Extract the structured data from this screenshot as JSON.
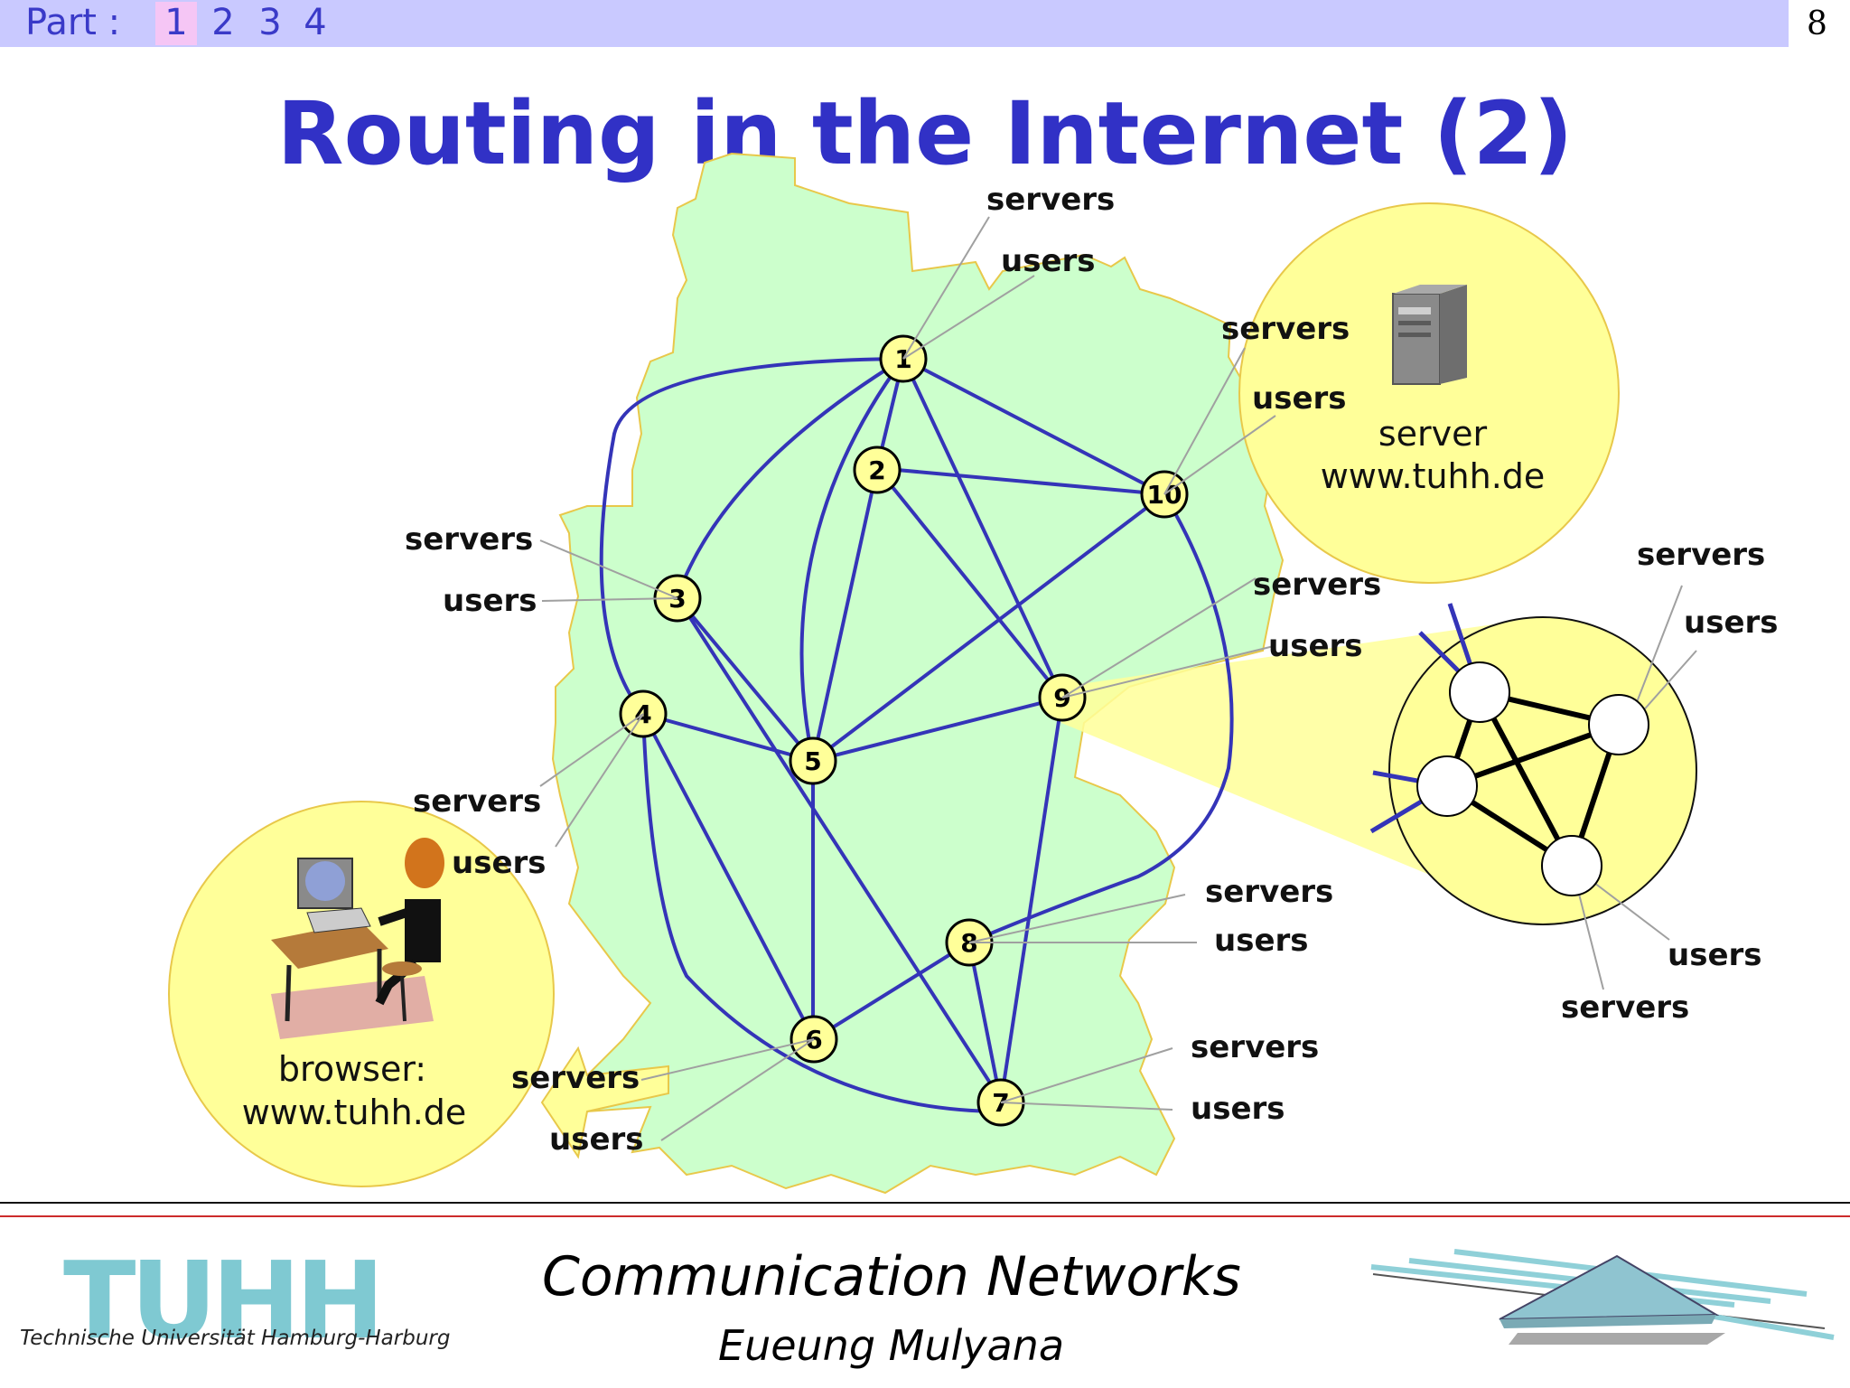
{
  "header": {
    "part_label": "Part :",
    "parts": [
      "1",
      "2",
      "3",
      "4"
    ],
    "active_part": "1",
    "page_number": "8"
  },
  "title": "Routing in the Internet (2)",
  "diagram": {
    "nodes": [
      "1",
      "2",
      "3",
      "4",
      "5",
      "6",
      "7",
      "8",
      "9",
      "10"
    ],
    "labels": {
      "servers": "servers",
      "users": "users"
    },
    "server_caption": [
      "server",
      "www.tuhh.de"
    ],
    "browser_caption": [
      "browser:",
      "www.tuhh.de"
    ]
  },
  "footer": {
    "logo": "TUHH",
    "logo_subtitle": "Technische Universität Hamburg-Harburg",
    "course": "Communication Networks",
    "author": "Eueung Mulyana"
  },
  "colors": {
    "link": "#3434b8",
    "map_fill": "#ccffcc",
    "map_border": "#e8c84a",
    "node_fill": "#ffff99",
    "bubble": "#ffff99"
  }
}
